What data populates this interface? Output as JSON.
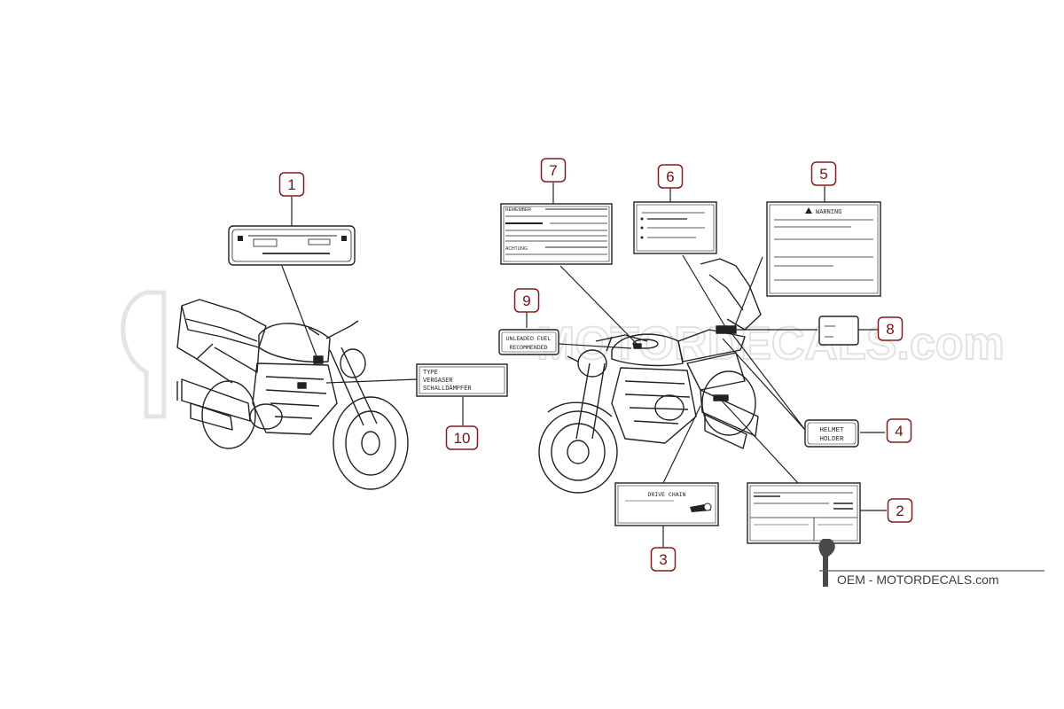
{
  "diagram": {
    "callouts": [
      {
        "number": "1"
      },
      {
        "number": "2"
      },
      {
        "number": "3"
      },
      {
        "number": "4"
      },
      {
        "number": "5"
      },
      {
        "number": "6"
      },
      {
        "number": "7"
      },
      {
        "number": "8"
      },
      {
        "number": "9"
      },
      {
        "number": "10"
      }
    ],
    "decals": {
      "type_label": [
        "TYPE",
        "VERGASER",
        "SCHALLDÄMPFER"
      ],
      "unleaded": [
        "UNLEADED FUEL",
        "RECOMMENDED"
      ],
      "helmet": [
        "HELMET",
        "HOLDER"
      ],
      "warning_title": "WARNING",
      "drive_chain": "DRIVE CHAIN",
      "remember": "REMEMBER",
      "achtung": "ACHTUNG"
    }
  },
  "watermark": {
    "text": "OEM - MOTORDECALS.com",
    "background_text": "MOTORDECALS.com"
  },
  "colors": {
    "callout_border": "#8b1a1a",
    "callout_text": "#7a1010",
    "line_art": "#222222",
    "watermark_text": "#3d3d3d",
    "background_watermark": "#e6e6e6"
  }
}
